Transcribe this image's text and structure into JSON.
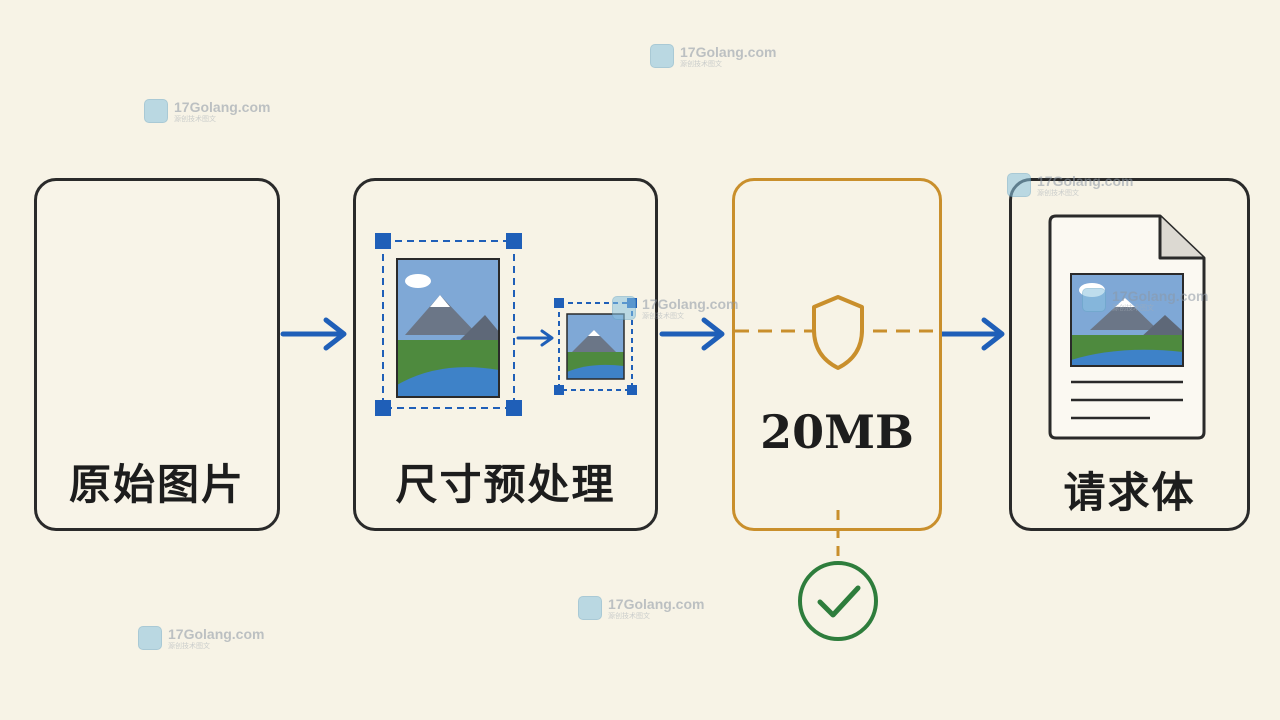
{
  "steps": [
    {
      "label": "原始图片"
    },
    {
      "label": "尺寸预处理"
    },
    {
      "label": "20MB"
    },
    {
      "label": "请求体"
    }
  ],
  "watermark": {
    "main": "17Golang.com",
    "sub": "源创技术图文"
  },
  "colors": {
    "arrow": "#1f5fb8",
    "limit": "#c98f2c",
    "check": "#2e7d3c",
    "handle": "#1f5fb8"
  }
}
